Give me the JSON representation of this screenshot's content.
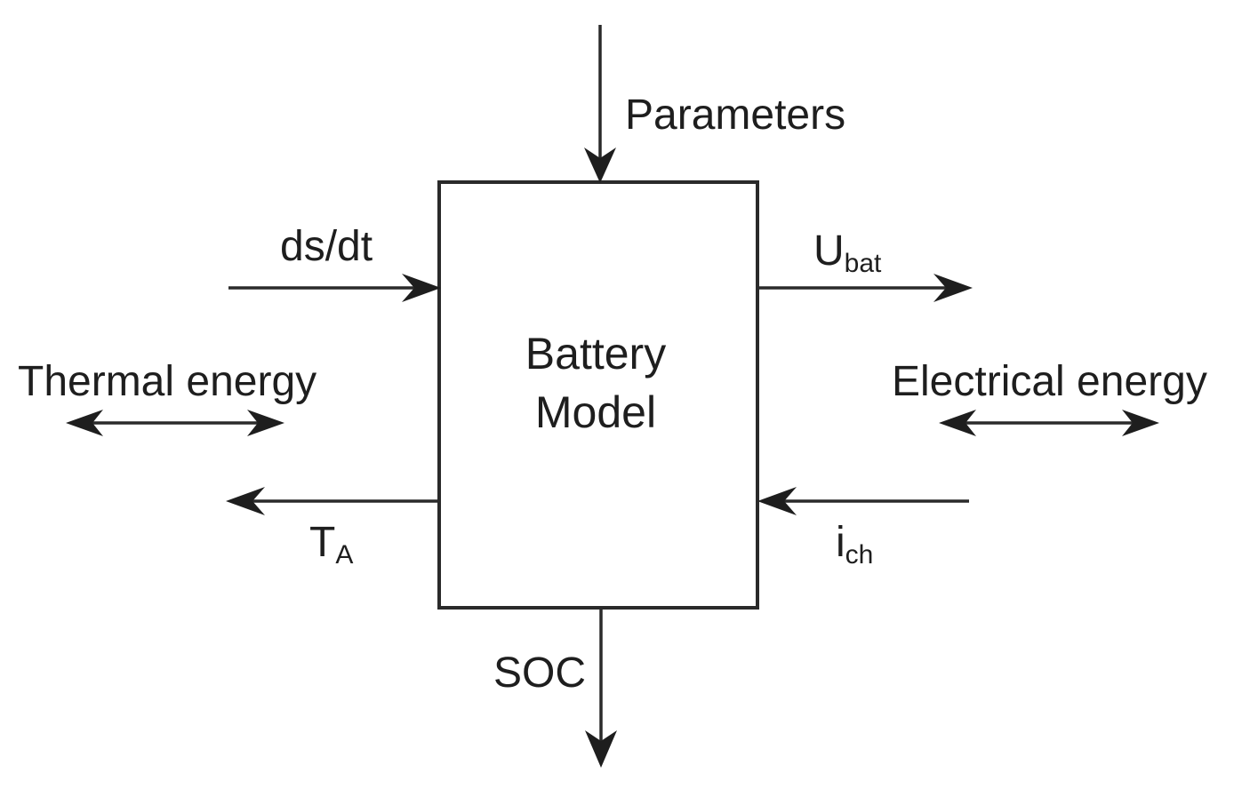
{
  "diagram": {
    "block": {
      "line1": "Battery",
      "line2": "Model"
    },
    "parameters": "Parameters",
    "ds_dt": "ds/dt",
    "u_bat": {
      "main": "U",
      "sub": "bat"
    },
    "thermal_energy": "Thermal energy",
    "electrical_energy": "Electrical energy",
    "t_a": {
      "main": "T",
      "sub": "A"
    },
    "i_ch": {
      "main": "i",
      "sub": "ch"
    },
    "soc": "SOC"
  }
}
